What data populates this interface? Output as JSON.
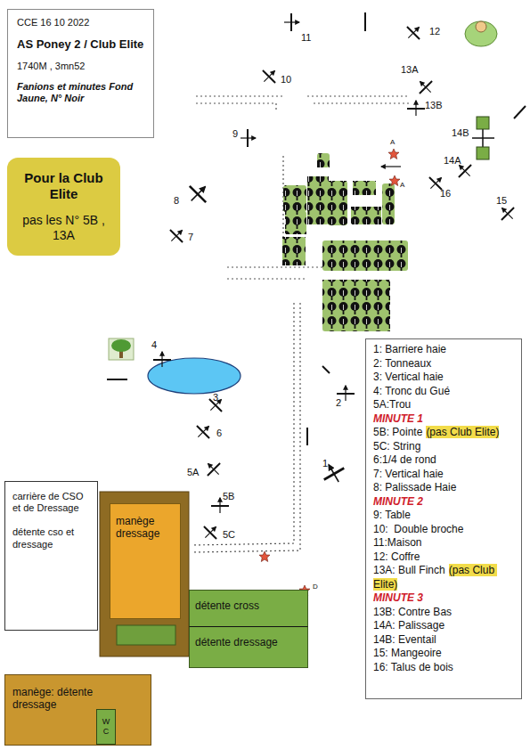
{
  "diagram": {
    "nodes": [
      {
        "text": [
          "CCE 16 10 2022",
          "AS Poney 2 / Club Elite",
          "1740M , 3mn52",
          "Fanions et minutes Fond Jaune, N° Noir"
        ]
      },
      {
        "text": [
          "Pour la Club Elite",
          "pas les N° 5B , 13A"
        ]
      },
      {
        "text": [
          "1: Barriere haie",
          "2: Tonneaux",
          "3: Vertical haie",
          "4: Tronc du Gué",
          "5A:Trou",
          "MINUTE 1",
          "5B: Pointe",
          "(pas Club Elite)",
          "5C: String",
          "6:1/4 de rond",
          "7: Vertical haie",
          "8: Palissade Haie",
          "MINUTE 2",
          "9: Table",
          "10:  Double broche",
          "11:Maison",
          "12: Coffre",
          "13A: Bull Finch",
          "(pas Club Elite)",
          "MINUTE 3",
          "13B: Contre Bas",
          "14A: Palissage",
          "14B: Eventail",
          "15: Mangeoire",
          "16: Talus de bois"
        ]
      },
      {
        "text": [
          "carrière de CSO et de Dressage",
          "détente cso et dressage"
        ]
      },
      {
        "text": [
          "manège dressage"
        ]
      },
      {
        "text": [
          "détente cross"
        ]
      },
      {
        "text": [
          "détente dressage"
        ]
      },
      {
        "text": [
          "manège: détente dressage"
        ]
      },
      {
        "text": [
          "W C"
        ],
        "in": 7
      }
    ],
    "labels": [
      "11",
      "12",
      "10",
      "13A",
      "13B",
      "9",
      "A",
      "14B",
      "A",
      "14A",
      "16",
      "15",
      "8",
      "7",
      "4",
      "3",
      "2",
      "6",
      "1",
      "5A",
      "5B",
      "5C",
      "D"
    ]
  }
}
